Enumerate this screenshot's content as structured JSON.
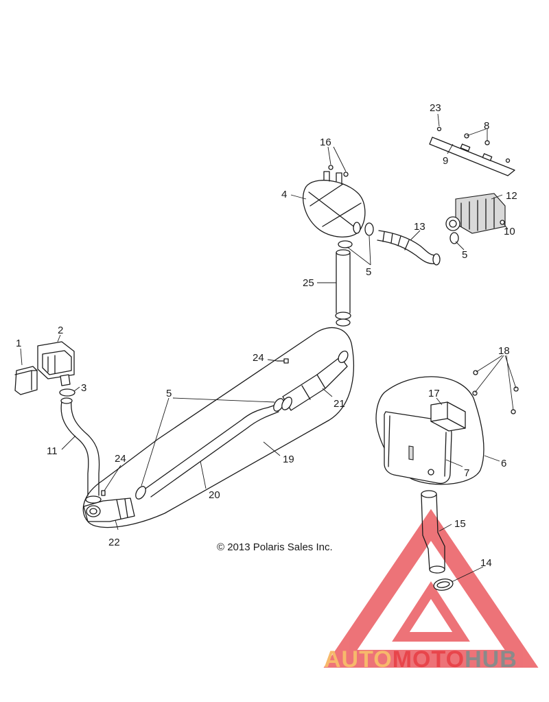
{
  "copyright": "© 2013 Polaris Sales Inc.",
  "watermark": {
    "part1": "AUTO",
    "part2": "MOTO",
    "part3": "HUB",
    "color_orange": "#f7b96b",
    "color_red": "#e8454b",
    "color_gray": "#8a8a8a"
  },
  "callouts": {
    "c1": "1",
    "c2": "2",
    "c3": "3",
    "c4": "4",
    "c5a": "5",
    "c5b": "5",
    "c5c": "5",
    "c6": "6",
    "c7": "7",
    "c8": "8",
    "c9": "9",
    "c10": "10",
    "c11": "11",
    "c12": "12",
    "c13": "13",
    "c14": "14",
    "c15": "15",
    "c16": "16",
    "c17": "17",
    "c18": "18",
    "c19": "19",
    "c20": "20",
    "c21": "21",
    "c22": "22",
    "c23": "23",
    "c24a": "24",
    "c24b": "24",
    "c25": "25"
  }
}
